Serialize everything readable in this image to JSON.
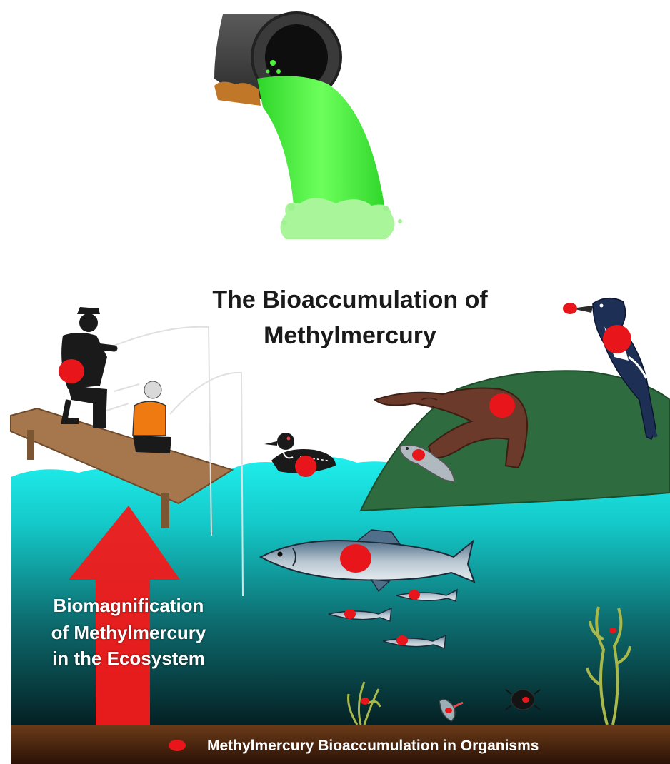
{
  "title": {
    "line1": "The Bioaccumulation of",
    "line2": "Methylmercury"
  },
  "arrow_label": {
    "line1": "Biomagnification",
    "line2": "of Methylmercury",
    "line3": "in the Ecosystem"
  },
  "legend": {
    "text": "Methylmercury Bioaccumulation in Organisms"
  },
  "colors": {
    "mercury_marker": "#e8161b",
    "effluent": "#4cf23a",
    "water_surface": "#19e6e6",
    "water_deep": "#062a2e",
    "sediment": "#4a2410",
    "island": "#2e6b3f",
    "dock": "#a6764c",
    "arrow": "#f21a1a"
  }
}
